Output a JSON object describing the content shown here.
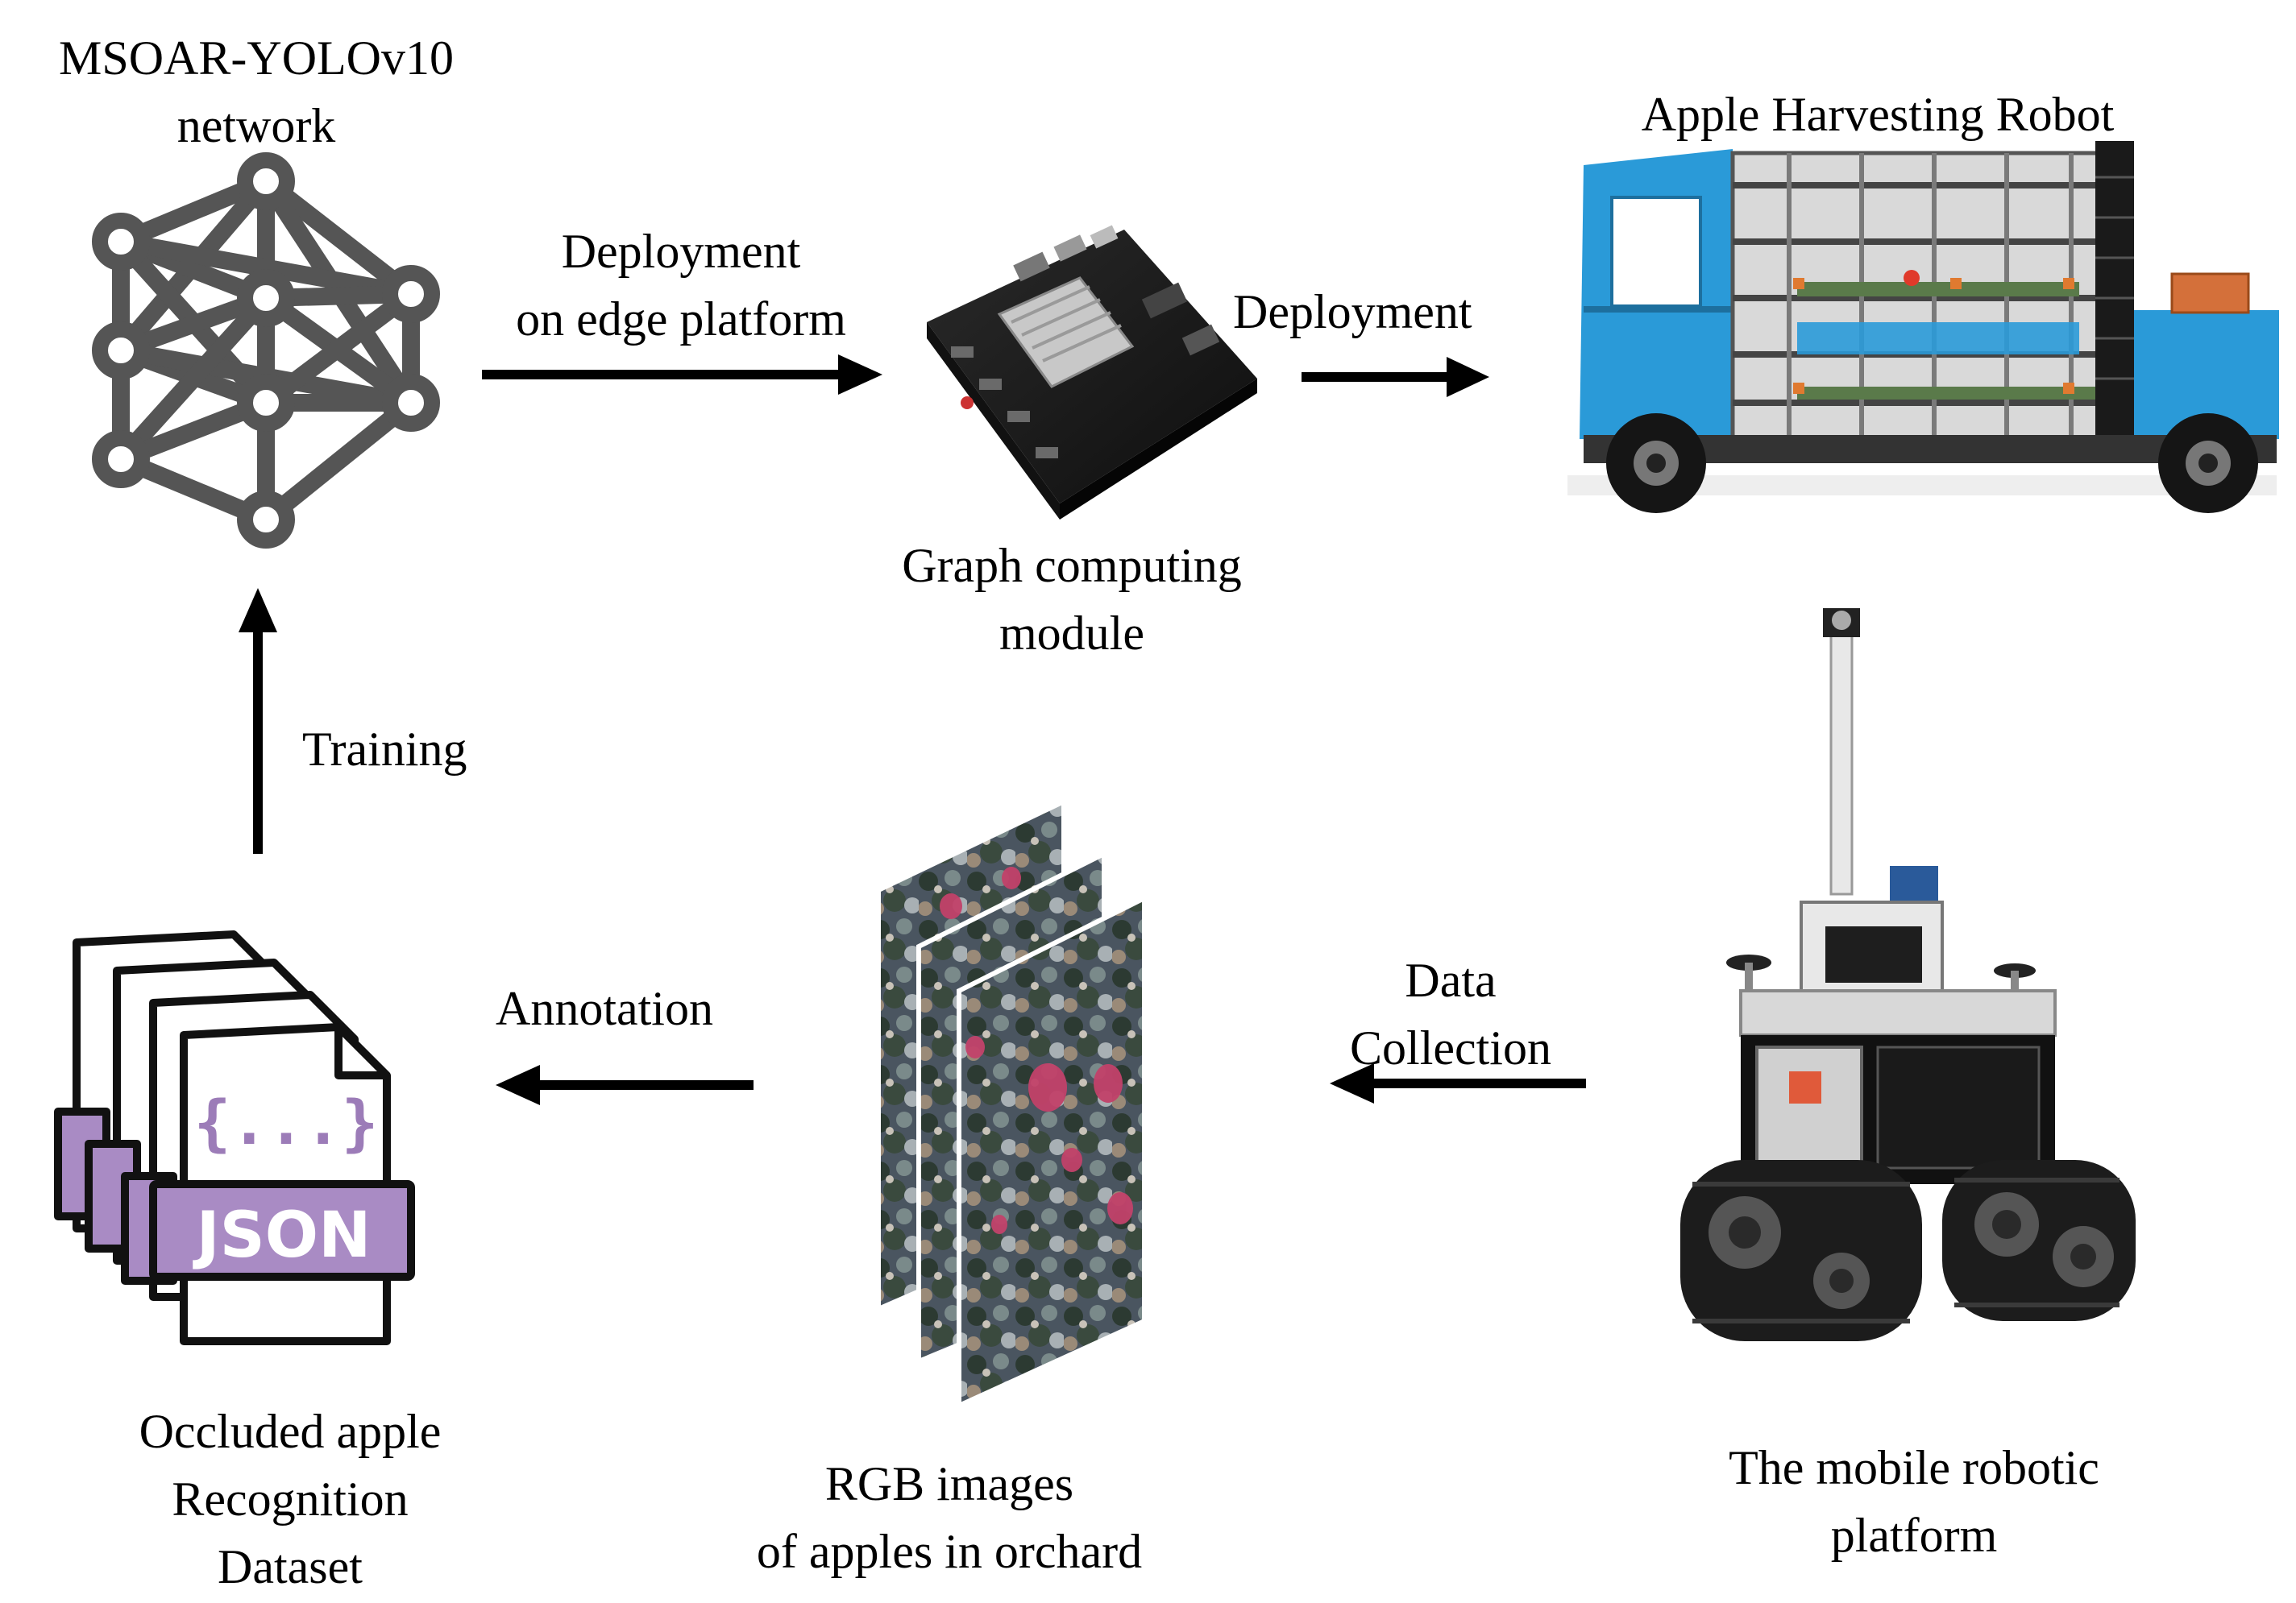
{
  "labels": {
    "network": [
      "MSOAR-YOLOv10",
      "network"
    ],
    "deploy_edge": [
      "Deployment",
      "on edge platform"
    ],
    "graph_module": [
      "Graph computing",
      "module"
    ],
    "deployment": "Deployment",
    "robot_title": "Apple Harvesting Robot",
    "training": "Training",
    "annotation": "Annotation",
    "data_collection": [
      "Data",
      "Collection"
    ],
    "dataset": [
      "Occluded apple",
      "Recognition",
      "Dataset"
    ],
    "rgb": [
      "RGB images",
      "of apples in orchard"
    ],
    "mobile": [
      "The mobile robotic",
      "platform"
    ],
    "json_braces": "{...}",
    "json_badge": "JSON"
  },
  "colors": {
    "network_gray": "#555555",
    "json_purple": "#a98bc4",
    "json_purple_dark": "#9c7cb8",
    "robot_blue": "#2a9ad8",
    "arrow": "#000000"
  },
  "icons": {
    "network": "neural-network-icon",
    "board": "edge-computing-board",
    "robot": "apple-harvesting-robot",
    "rgb": "rgb-image-stack",
    "json": "json-file-stack",
    "rover": "tracked-mobile-robot"
  }
}
